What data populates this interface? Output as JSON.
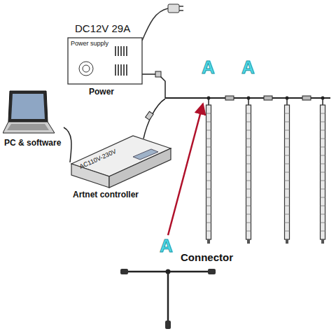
{
  "diagram": {
    "nodes": [
      {
        "text": [
          "DC12V 29A",
          "Power supply",
          "Power"
        ]
      },
      {
        "text": [
          "PC & software"
        ]
      },
      {
        "text": [
          "AC110V-230V",
          "Artnet controller"
        ]
      }
    ],
    "edges": [
      {
        "from": 1,
        "to": 2,
        "arrow": "none"
      }
    ],
    "labels": [
      "A",
      "A",
      "A",
      "Connector"
    ]
  }
}
